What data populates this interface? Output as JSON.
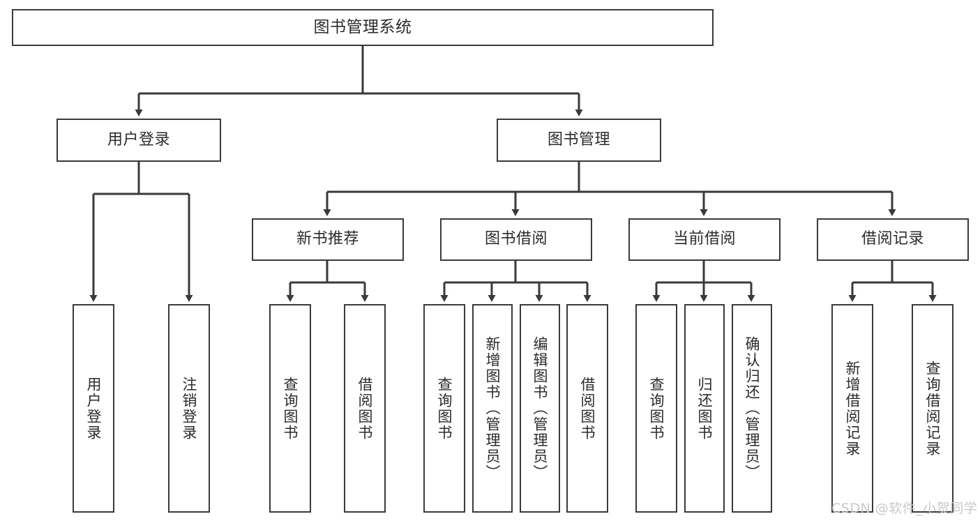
{
  "diagram": {
    "type": "tree-hierarchy",
    "title": "图书管理系统",
    "orientation": "top-down",
    "colors": {
      "stroke": "#3a3a3a",
      "fill": "#ffffff",
      "text": "#2b2b2b",
      "watermark": "#c9c9c9"
    },
    "root": {
      "label": "图书管理系统"
    },
    "level2": [
      {
        "label": "用户登录"
      },
      {
        "label": "图书管理"
      }
    ],
    "level3": [
      {
        "label": "新书推荐"
      },
      {
        "label": "图书借阅"
      },
      {
        "label": "当前借阅"
      },
      {
        "label": "借阅记录"
      }
    ],
    "leaves": {
      "user_login": [
        {
          "label": "用户登录"
        },
        {
          "label": "注销登录"
        }
      ],
      "new_book_recommend": [
        {
          "label": "查询图书"
        },
        {
          "label": "借阅图书"
        }
      ],
      "book_borrow": [
        {
          "label": "查询图书"
        },
        {
          "label": "新增图书（管理员）"
        },
        {
          "label": "编辑图书（管理员）"
        },
        {
          "label": "借阅图书"
        }
      ],
      "current_borrow": [
        {
          "label": "查询图书"
        },
        {
          "label": "归还图书"
        },
        {
          "label": "确认归还（管理员）"
        }
      ],
      "borrow_record": [
        {
          "label": "新增借阅记录"
        },
        {
          "label": "查询借阅记录"
        }
      ]
    }
  },
  "watermark": {
    "text": "CSDN @软件_小贺同学"
  }
}
